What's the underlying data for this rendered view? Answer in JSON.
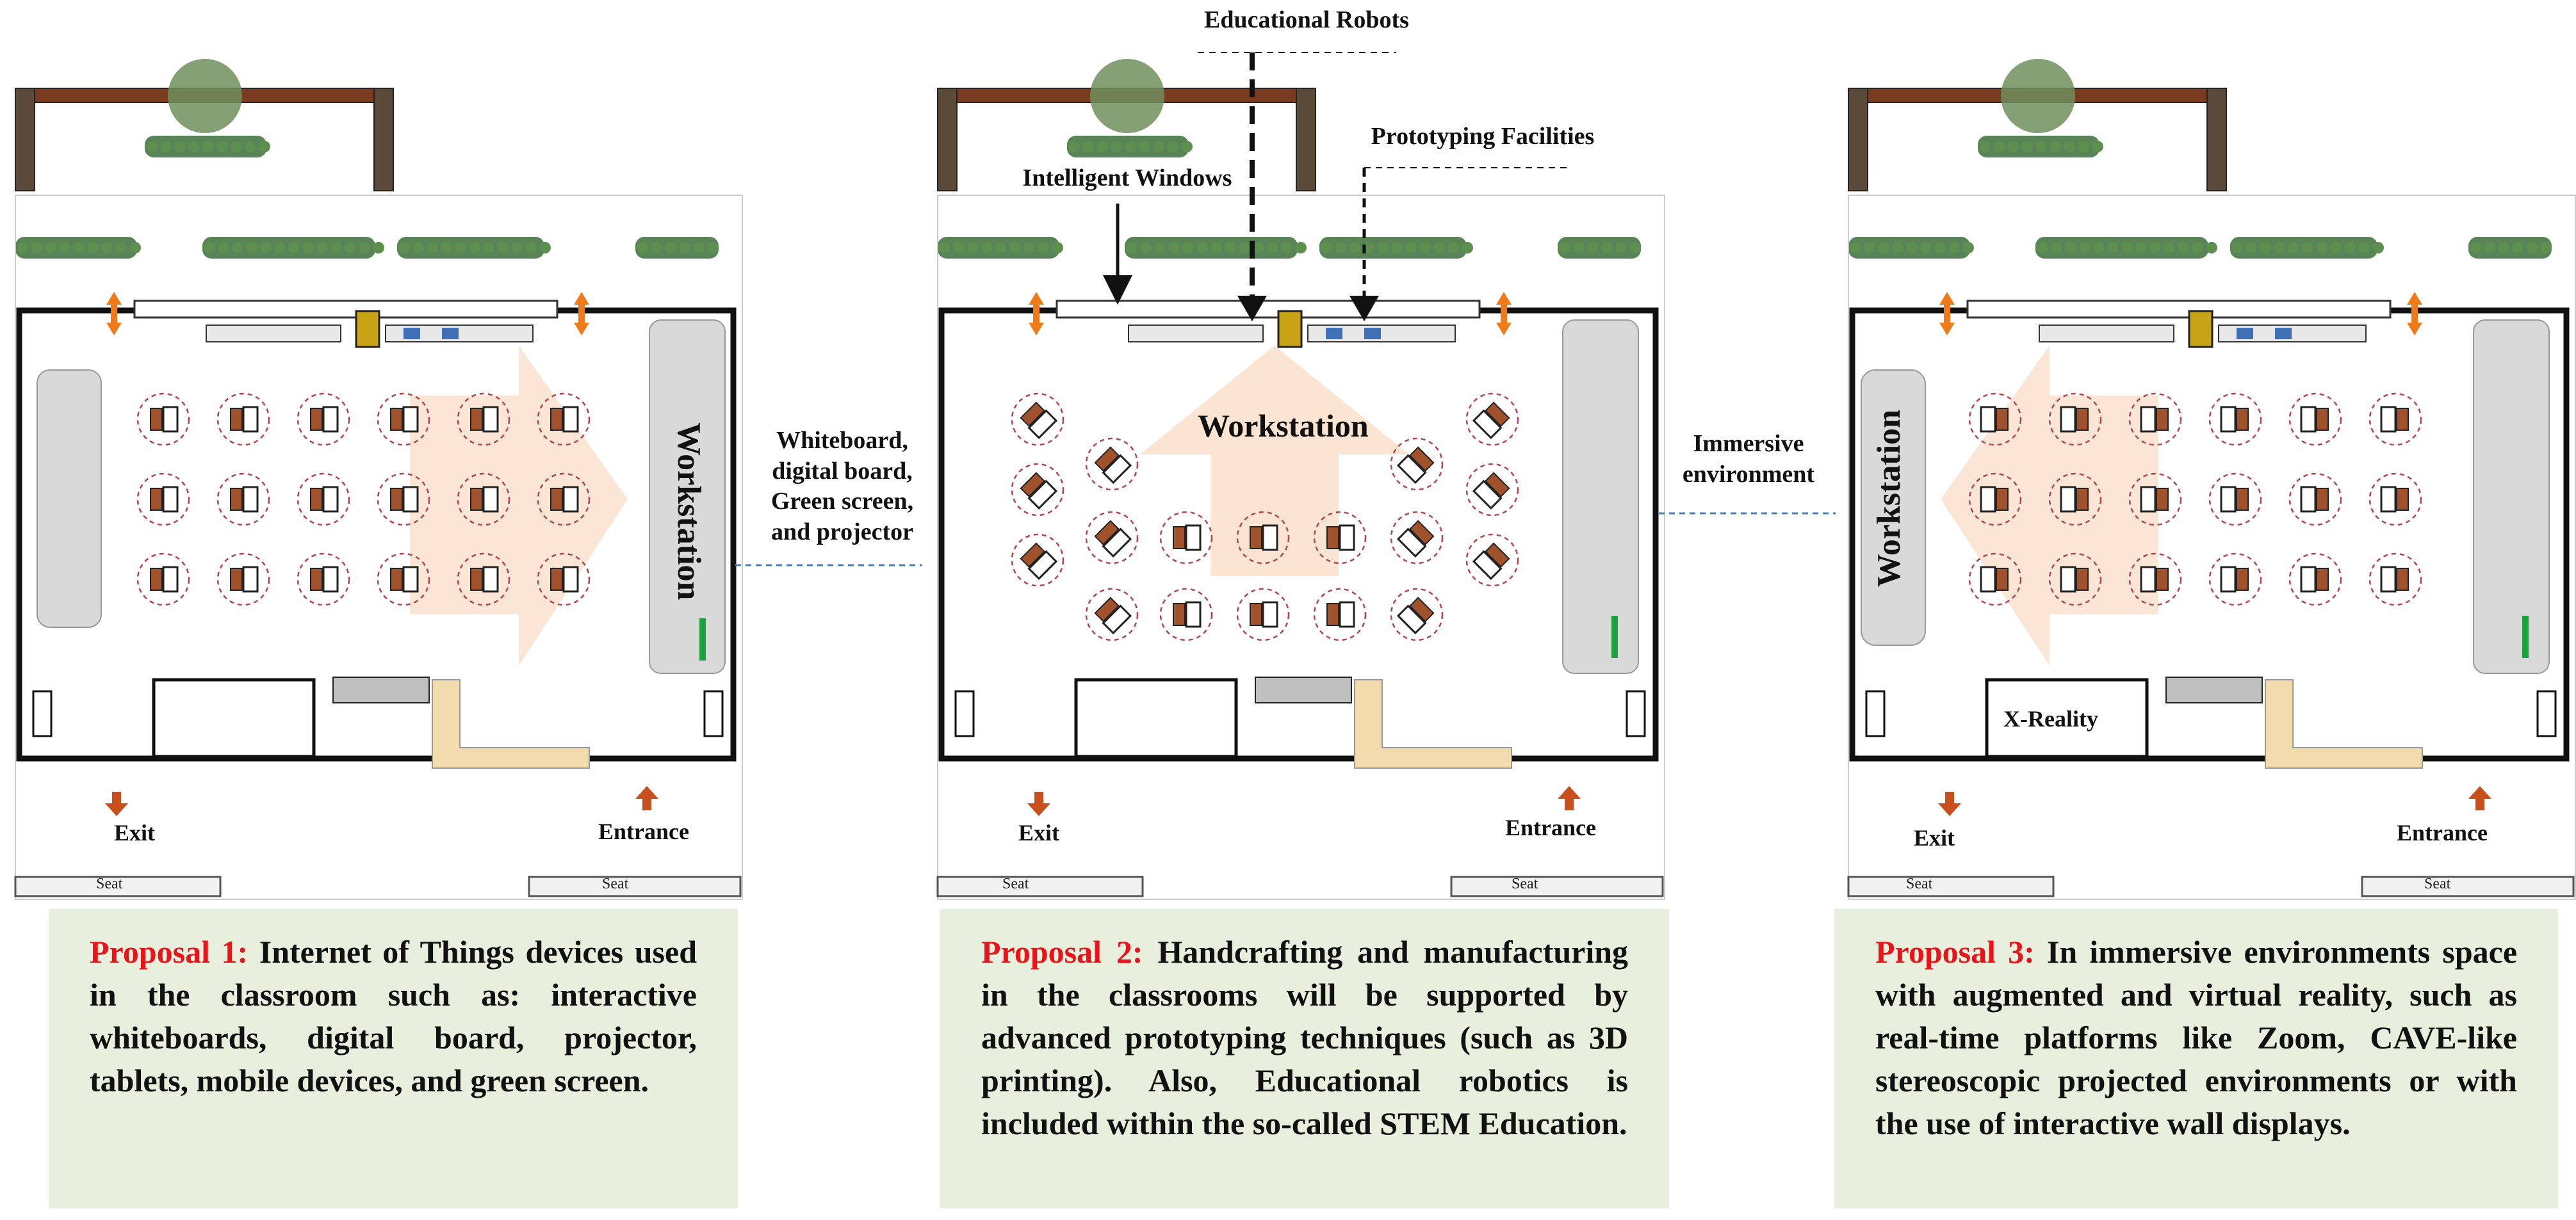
{
  "callouts": {
    "educational_robots": "Educational Robots",
    "prototyping": "Prototyping Facilities",
    "intelligent_windows": "Intelligent Windows",
    "whiteboard": "Whiteboard,\ndigital board,\nGreen screen,\nand projector",
    "immersive": "Immersive\nenvironment",
    "x_reality": "X-Reality"
  },
  "rooms": [
    {
      "workstation": "Workstation",
      "exit": "Exit",
      "entrance": "Entrance",
      "seat": "Seat"
    },
    {
      "workstation": "Workstation",
      "exit": "Exit",
      "entrance": "Entrance",
      "seat": "Seat"
    },
    {
      "workstation": "Workstation",
      "exit": "Exit",
      "entrance": "Entrance",
      "seat": "Seat"
    }
  ],
  "proposals": [
    {
      "title": "Proposal 1:",
      "text": "Internet of Things devices used in the classroom such as: interactive whiteboards, digital board, projector, tablets, mobile devices, and green screen."
    },
    {
      "title": "Proposal 2:",
      "text": "Handcrafting and manufacturing in the classrooms will be supported by advanced prototyping techniques (such as 3D printing). Also, Educational robotics is included within the so-called STEM Education."
    },
    {
      "title": "Proposal 3:",
      "text": "In immersive environments space with augmented and virtual reality, such as real-time platforms like Zoom, CAVE-like stereoscopic projected environments or with the use of interactive wall displays."
    }
  ],
  "colors": {
    "proposal_bg": "#e8efdd",
    "proposal_title": "#e8141a",
    "arrow_fill": "#fbe3d0",
    "door_arrow": "#ef7a1a",
    "exit_arrow": "#c9501c",
    "chair_brown": "#a0522d",
    "desk_ring": "#b3444f",
    "hedge": "#3b6e3b",
    "workstation_panel": "#d9d9d9"
  }
}
